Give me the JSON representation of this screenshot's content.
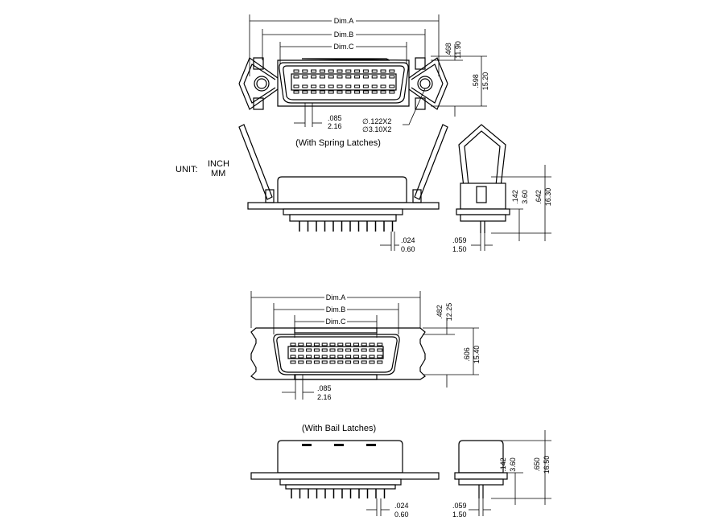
{
  "spring": {
    "dim_a": "Dim.A",
    "dim_b": "Dim.B",
    "dim_c": "Dim.C",
    "h1_in": ".468",
    "h1_mm": "11.90",
    "h2_in": ".598",
    "h2_mm": "15.20",
    "pitch_in": ".085",
    "pitch_mm": "2.16",
    "hole_in": "∅.122X2",
    "hole_mm": "∅3.10X2",
    "caption": "(With Spring Latches)",
    "pin_in": ".024",
    "pin_mm": "0.60",
    "end_a_in": ".142",
    "end_a_mm": "3.60",
    "end_b_in": ".642",
    "end_b_mm": "16.30",
    "end_w_in": ".059",
    "end_w_mm": "1.50"
  },
  "unit": {
    "label": "UNIT:",
    "inch": "INCH",
    "mm": "MM"
  },
  "bail": {
    "dim_a": "Dim.A",
    "dim_b": "Dim.B",
    "dim_c": "Dim.C",
    "h1_in": ".482",
    "h1_mm": "12.25",
    "h2_in": ".606",
    "h2_mm": "15.40",
    "pitch_in": ".085",
    "pitch_mm": "2.16",
    "caption": "(With Bail Latches)",
    "pin_in": ".024",
    "pin_mm": "0.60",
    "end_a_in": ".142",
    "end_a_mm": "3.60",
    "end_b_in": ".650",
    "end_b_mm": "16.50",
    "end_w_in": ".059",
    "end_w_mm": "1.50"
  }
}
